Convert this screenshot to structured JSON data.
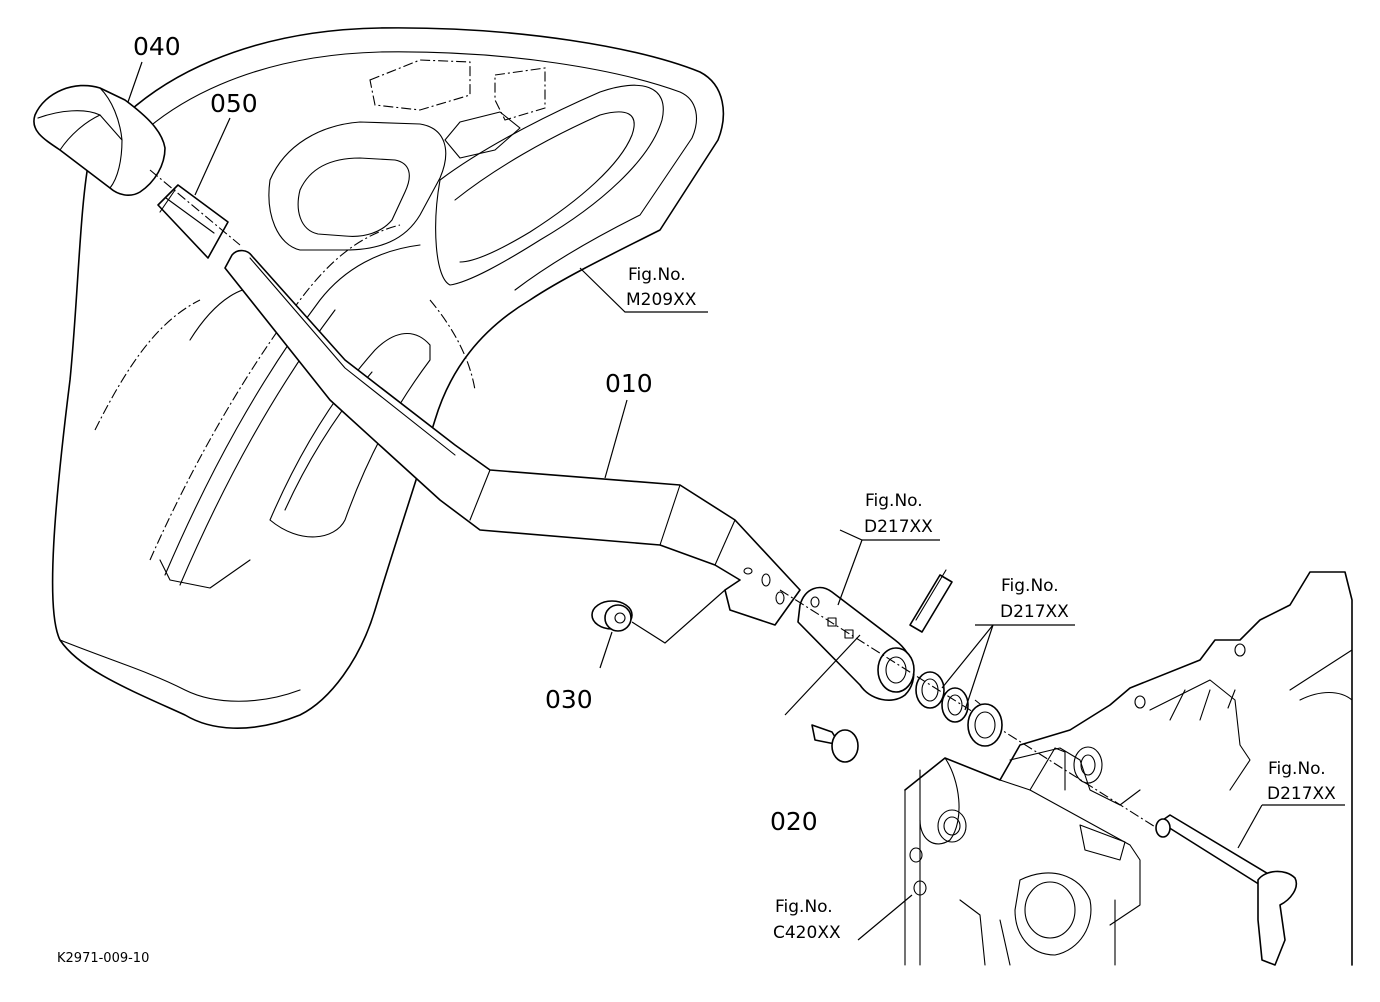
{
  "parts": [
    {
      "id": "p010",
      "label": "010"
    },
    {
      "id": "p020",
      "label": "020"
    },
    {
      "id": "p030",
      "label": "030"
    },
    {
      "id": "p040",
      "label": "040"
    },
    {
      "id": "p050",
      "label": "050"
    }
  ],
  "references": [
    {
      "id": "ref-m209",
      "line1": "Fig.No.",
      "line2": "M209XX"
    },
    {
      "id": "ref-d217-a",
      "line1": "Fig.No.",
      "line2": "D217XX"
    },
    {
      "id": "ref-d217-b",
      "line1": "Fig.No.",
      "line2": "D217XX"
    },
    {
      "id": "ref-d217-c",
      "line1": "Fig.No.",
      "line2": "D217XX"
    },
    {
      "id": "ref-c420",
      "line1": "Fig.No.",
      "line2": "C420XX"
    }
  ],
  "drawing_code": "K2971-009-10"
}
